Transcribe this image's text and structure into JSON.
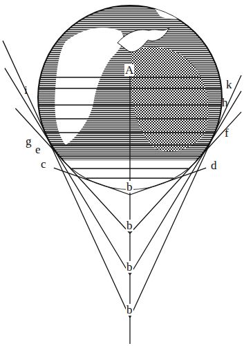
{
  "diagram": {
    "labels": [
      "i",
      "k",
      "A",
      "h",
      "g",
      "f",
      "e",
      "c",
      "d",
      "b",
      "b",
      "b",
      "b"
    ]
  }
}
